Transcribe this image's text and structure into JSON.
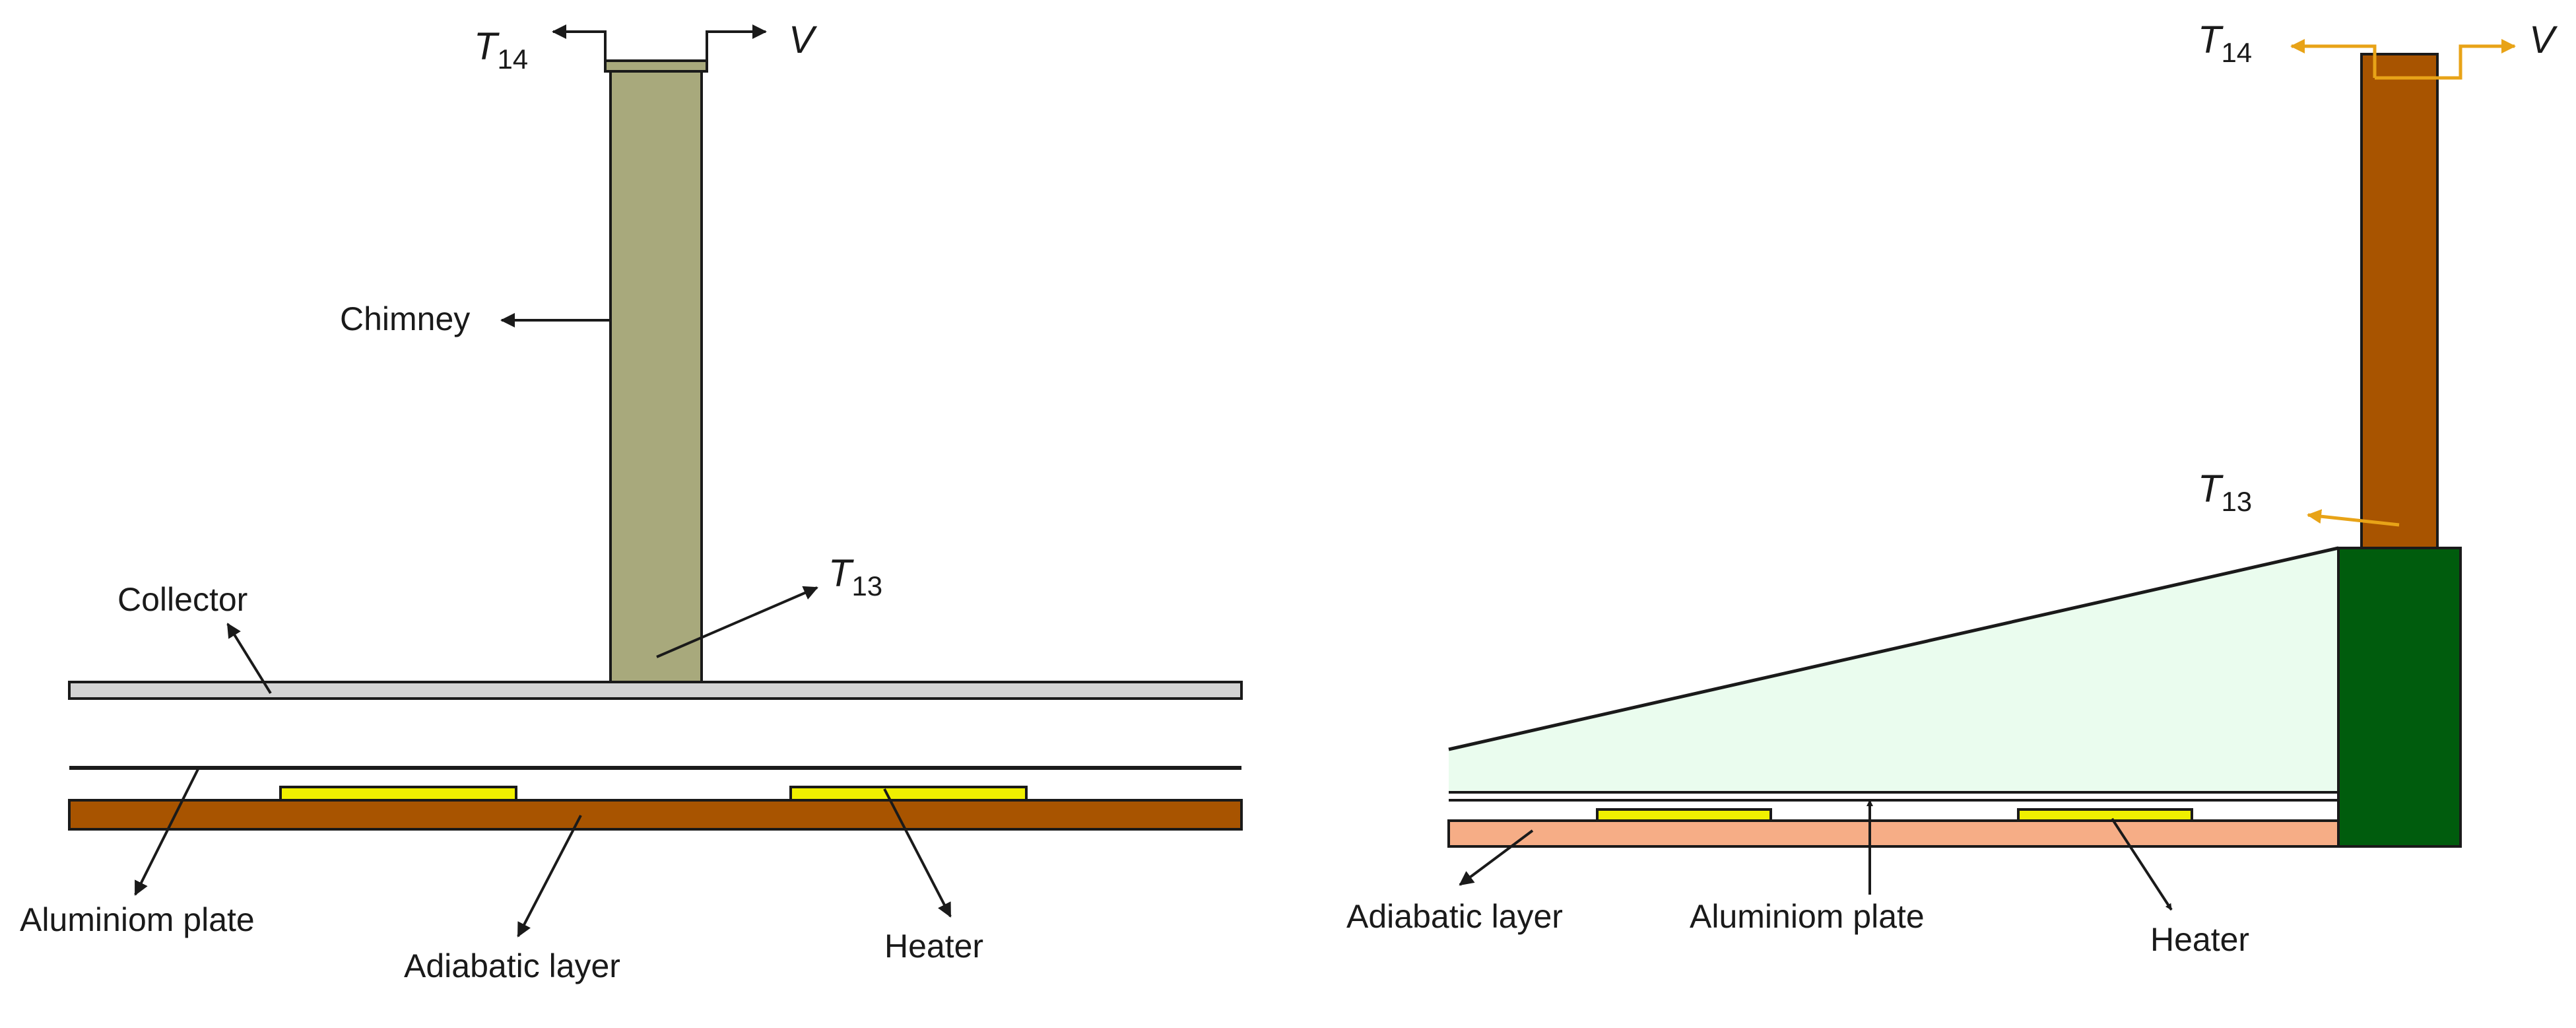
{
  "left_diagram": {
    "labels": {
      "chimney": "Chimney",
      "collector": "Collector",
      "aluminium_plate": "Aluminiom plate",
      "adiabatic_layer": "Adiabatic layer",
      "heater": "Heater"
    },
    "symbols": {
      "t14_main": "T",
      "t14_sub": "14",
      "v": "V",
      "t13_main": "T",
      "t13_sub": "13"
    }
  },
  "right_diagram": {
    "labels": {
      "adiabatic_layer": "Adiabatic layer",
      "aluminium_plate": "Aluminiom plate",
      "heater": "Heater"
    },
    "symbols": {
      "t14_main": "T",
      "t14_sub": "14",
      "v": "V",
      "t13_main": "T",
      "t13_sub": "13"
    }
  },
  "colors": {
    "chimney_left": "#a8a97c",
    "chimney_right": "#a85400",
    "adiabatic_left": "#a85400",
    "adiabatic_right": "#f6ad86",
    "heater": "#f0f000",
    "collector_left": "#d3d3d3",
    "collector_right": "#eafcee",
    "base_block_right": "#005c0d",
    "flow_arrow_right": "#e8a317"
  }
}
